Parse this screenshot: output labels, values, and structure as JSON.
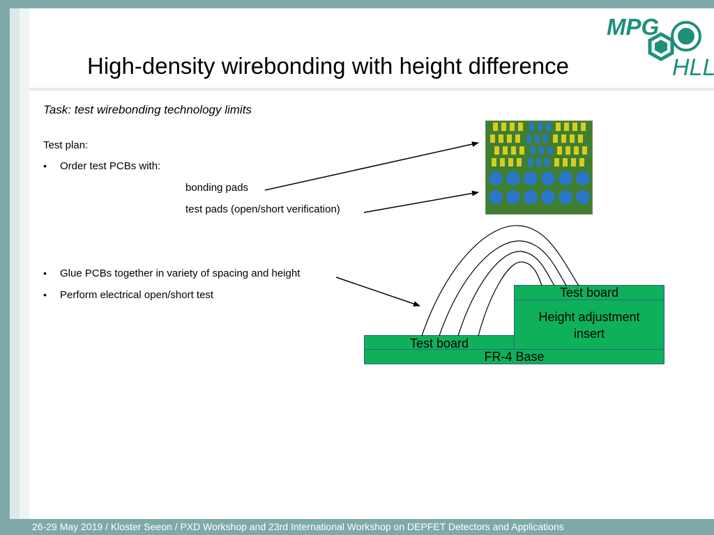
{
  "slide": {
    "title": "High-density wirebonding with height difference",
    "logo_text": "MPG HLL",
    "task": "Task: test wirebonding technology limits",
    "test_plan_label": "Test plan:",
    "bullets": [
      "Order test PCBs with:",
      "Glue PCBs together in variety of spacing and height",
      "Perform electrical open/short test"
    ],
    "sub_items": [
      "bonding pads",
      "test pads (open/short verification)"
    ],
    "footer": "26-29 May 2019 / Kloster Seeon / PXD Workshop and 23rd International Workshop on DEPFET Detectors and Applications"
  },
  "diagram": {
    "test_board_top": "Test board",
    "height_insert": "Height adjustment insert",
    "test_board_bottom": "Test board",
    "base": "FR-4 Base",
    "colors": {
      "board_green": "#0fb05a",
      "pcb_green": "#3f7f2f",
      "bond_pad_yellow": "#d6cc24",
      "test_pad_blue": "#2a77c8",
      "frame_teal": "#7fa9a9",
      "logo_teal": "#1f8f7a"
    }
  }
}
